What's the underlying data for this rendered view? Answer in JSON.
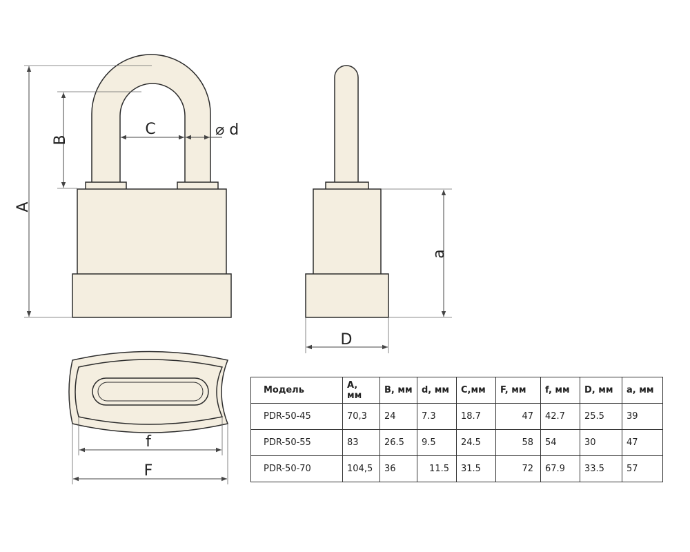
{
  "labels": {
    "A": "A",
    "B": "B",
    "C": "C",
    "d": "⌀ d",
    "a": "a",
    "D": "D",
    "f": "f",
    "F": "F"
  },
  "table": {
    "headers": [
      "Модель",
      "A, мм",
      "B, мм",
      "d, мм",
      "C,мм",
      "F, мм",
      "f, мм",
      "D, мм",
      "a, мм"
    ],
    "rows": [
      [
        "PDR-50-45",
        "70,3",
        "24",
        "7.3",
        "18.7",
        "47",
        "42.7",
        "25.5",
        "39"
      ],
      [
        "PDR-50-55",
        "83",
        "26.5",
        "9.5",
        "24.5",
        "58",
        "54",
        "30",
        "47"
      ],
      [
        "PDR-50-70",
        "104,5",
        "36",
        "11.5",
        "31.5",
        "72",
        "67.9",
        "33.5",
        "57"
      ]
    ]
  },
  "colors": {
    "body_fill": "#f4eee0",
    "outline": "#2b2b2b"
  }
}
